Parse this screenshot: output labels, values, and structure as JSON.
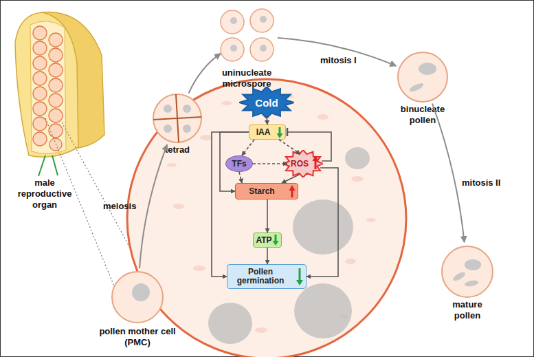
{
  "diagram": {
    "nodes": [
      {
        "text": [
          "pollen mother cell (PMC)"
        ]
      },
      {
        "text": [
          "tetrad"
        ]
      },
      {
        "text": [
          "uninucleate microspore"
        ]
      },
      {
        "text": [
          "binucleate pollen"
        ]
      },
      {
        "text": [
          "mature pollen"
        ]
      },
      {
        "text": [
          "Cold"
        ]
      },
      {
        "text": [
          "IAA"
        ]
      },
      {
        "text": [
          "TFs"
        ]
      },
      {
        "text": [
          "ROS"
        ]
      },
      {
        "text": [
          "Starch"
        ]
      },
      {
        "text": [
          "ATP"
        ]
      },
      {
        "text": [
          "Pollen germination"
        ]
      }
    ],
    "edges": [
      {
        "from": 0,
        "to": 1,
        "arrow": "to",
        "label": "meiosis"
      },
      {
        "from": 1,
        "to": 2,
        "arrow": "to"
      },
      {
        "from": 2,
        "to": 3,
        "arrow": "to",
        "label": "mitosis I"
      },
      {
        "from": 3,
        "to": 4,
        "arrow": "to",
        "label": "mitosis II"
      },
      {
        "from": 5,
        "to": 6,
        "arrow": "to"
      },
      {
        "from": 6,
        "to": 7,
        "arrow": "to"
      },
      {
        "from": 6,
        "to": 8,
        "arrow": "to"
      },
      {
        "from": 7,
        "to": 8,
        "arrow": "to"
      },
      {
        "from": 7,
        "to": 9,
        "arrow": "to"
      },
      {
        "from": 8,
        "to": 9,
        "arrow": "to"
      },
      {
        "from": 8,
        "to": 6,
        "arrow": "to"
      },
      {
        "from": 6,
        "to": 9,
        "arrow": "to"
      },
      {
        "from": 6,
        "to": 11,
        "arrow": "to"
      },
      {
        "from": 9,
        "to": 10,
        "arrow": "to"
      },
      {
        "from": 10,
        "to": 11,
        "arrow": "to"
      },
      {
        "from": 8,
        "to": 11,
        "arrow": "to"
      }
    ],
    "labels": [
      "male reproductive organ"
    ]
  }
}
